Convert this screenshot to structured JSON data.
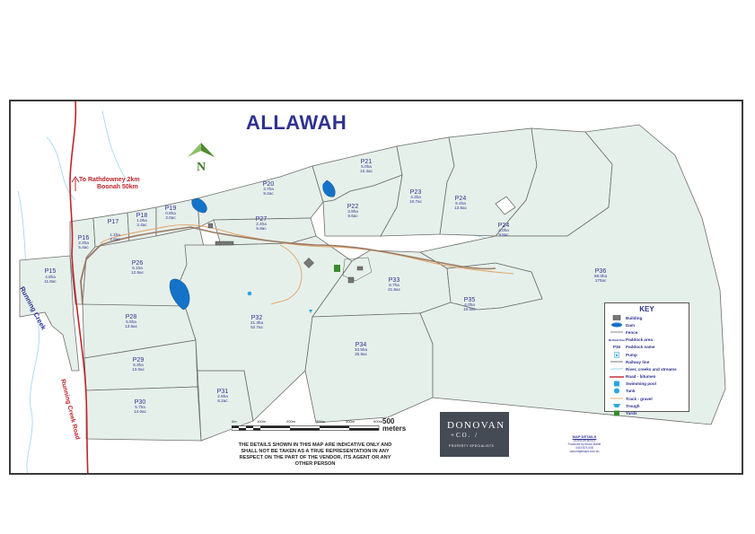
{
  "map": {
    "title": "ALLAWAH",
    "north_label": "N",
    "road_direction_line1": "To Rathdowney 2km",
    "road_direction_line2": "Boonah 50km",
    "road_name": "Running Creek Road",
    "creek_name": "Running Creek",
    "colors": {
      "paddock": "#e6f0ea",
      "boundary": "#6d6d6d",
      "road": "#c0242c",
      "track": "#e0a060",
      "creek": "#9ed3ee",
      "dam": "#1473c9",
      "label": "#2e3192"
    }
  },
  "paddocks": [
    {
      "name": "P15",
      "ha": "4.8ha",
      "ac": "11.8ac"
    },
    {
      "name": "P16",
      "ha": "2.2ha",
      "ac": "5.4ac"
    },
    {
      "name": "P17",
      "ha": "1.1ha",
      "ac": "2.8ac"
    },
    {
      "name": "P18",
      "ha": "1.0ha",
      "ac": "2.4ac"
    },
    {
      "name": "P19",
      "ha": "0.8ha",
      "ac": "2.0ac"
    },
    {
      "name": "P20",
      "ha": "3.7ha",
      "ac": "9.2ac"
    },
    {
      "name": "P21",
      "ha": "5.0ha",
      "ac": "12.4ac"
    },
    {
      "name": "P22",
      "ha": "3.9ha",
      "ac": "9.6ac"
    },
    {
      "name": "P23",
      "ha": "4.3ha",
      "ac": "10.7ac"
    },
    {
      "name": "P24",
      "ha": "5.4ha",
      "ac": "13.5ac"
    },
    {
      "name": "P24",
      "ha": "4.0ha",
      "ac": "9.8ac"
    },
    {
      "name": "P26",
      "ha": "5.1ha",
      "ac": "12.5ac"
    },
    {
      "name": "P27",
      "ha": "2.4ha",
      "ac": "5.9ac"
    },
    {
      "name": "P28",
      "ha": "5.5ha",
      "ac": "13.5ac"
    },
    {
      "name": "P29",
      "ha": "5.3ha",
      "ac": "13.0ac"
    },
    {
      "name": "P30",
      "ha": "5.7ha",
      "ac": "14.0ac"
    },
    {
      "name": "P31",
      "ha": "2.5ha",
      "ac": "6.2ac"
    },
    {
      "name": "P32",
      "ha": "21.3ha",
      "ac": "52.7ac"
    },
    {
      "name": "P33",
      "ha": "8.7ha",
      "ac": "21.5ac"
    },
    {
      "name": "P34",
      "ha": "10.5ha",
      "ac": "25.9ac"
    },
    {
      "name": "P35",
      "ha": "4.0ha",
      "ac": "10.0ac"
    },
    {
      "name": "P36",
      "ha": "68.0ha",
      "ac": "170ac"
    }
  ],
  "key": {
    "title": "KEY",
    "items": [
      {
        "icon": "building-icon",
        "label": "Building"
      },
      {
        "icon": "dam-icon",
        "label": "Dam"
      },
      {
        "icon": "fence-icon",
        "label": "Fence"
      },
      {
        "icon": "paddock-area-icon",
        "label": "Paddock area",
        "sample": "68.8ha/170ac"
      },
      {
        "icon": "paddock-name-icon",
        "label": "Paddock name",
        "sample": "P36"
      },
      {
        "icon": "pump-icon",
        "label": "Pump"
      },
      {
        "icon": "railway-icon",
        "label": "Railway line"
      },
      {
        "icon": "creek-icon",
        "label": "River, creeks and streams"
      },
      {
        "icon": "road-icon",
        "label": "Road - bitumen"
      },
      {
        "icon": "pool-icon",
        "label": "Swimming pool"
      },
      {
        "icon": "tank-icon",
        "label": "Tank"
      },
      {
        "icon": "track-icon",
        "label": "Track - gravel"
      },
      {
        "icon": "trough-icon",
        "label": "Trough"
      },
      {
        "icon": "yards-icon",
        "label": "Yards"
      }
    ]
  },
  "scale": {
    "ticks": [
      "0m",
      "100m",
      "200m",
      "300m",
      "400m",
      "500m"
    ],
    "label_value": "500",
    "label_units": "meters"
  },
  "disclaimer": "THE DETAILS SHOWN IN THIS MAP ARE INDICATIVE ONLY AND SHALL NOT BE TAKEN AS A TRUE REPRESENTATION IN ANY RESPECT ON THE PART OF THE VENDOR, ITS AGENT OR ANY OTHER PERSON",
  "logo": {
    "line1": "DONOVAN",
    "line2": "+CO. /",
    "line3": "PROPERTY SPECIALISTS"
  },
  "map_details": {
    "heading": "MAP DETAILS",
    "lines": [
      "VERSION 8/2021",
      "Produced by Bruce Mahle",
      "0419 874 008",
      "www.bajamaps.com.au"
    ]
  }
}
